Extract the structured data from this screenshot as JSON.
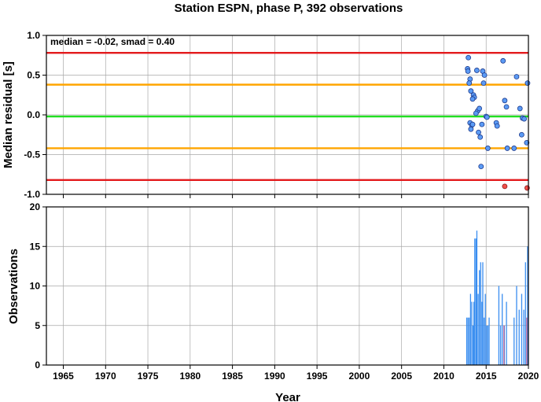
{
  "chart_data": {
    "title": "Station ESPN, phase P, 392 observations",
    "x_label": "Year",
    "x_range": [
      1963,
      2020
    ],
    "x_ticks": [
      1965,
      1970,
      1975,
      1980,
      1985,
      1990,
      1995,
      2000,
      2005,
      2010,
      2015,
      2020
    ],
    "grid": true,
    "panels": [
      {
        "type": "scatter",
        "y_label": "Median residual [s]",
        "y_range": [
          -1.0,
          1.0
        ],
        "y_ticks": [
          -1.0,
          -0.5,
          0.0,
          0.5,
          1.0
        ],
        "y_tick_labels": [
          "-1.0",
          "-0.5",
          "0.0",
          "0.5",
          "1.0"
        ],
        "annotation": "median = -0.02, smad = 0.40",
        "reference_lines": [
          {
            "y": 0.78,
            "color": "#e31a1c"
          },
          {
            "y": 0.38,
            "color": "#ffa500"
          },
          {
            "y": -0.02,
            "color": "#22e022"
          },
          {
            "y": -0.42,
            "color": "#ffa500"
          },
          {
            "y": -0.82,
            "color": "#e31a1c"
          }
        ],
        "points": [
          {
            "x": 2012.9,
            "y": 0.72
          },
          {
            "x": 2012.8,
            "y": 0.58
          },
          {
            "x": 2012.85,
            "y": 0.55
          },
          {
            "x": 2013.1,
            "y": 0.45
          },
          {
            "x": 2013.0,
            "y": 0.4
          },
          {
            "x": 2013.2,
            "y": 0.3
          },
          {
            "x": 2013.5,
            "y": 0.25
          },
          {
            "x": 2013.6,
            "y": 0.22
          },
          {
            "x": 2013.4,
            "y": 0.2
          },
          {
            "x": 2013.9,
            "y": 0.56
          },
          {
            "x": 2014.0,
            "y": 0.05
          },
          {
            "x": 2013.8,
            "y": 0.02
          },
          {
            "x": 2014.2,
            "y": 0.08
          },
          {
            "x": 2014.6,
            "y": 0.55
          },
          {
            "x": 2014.7,
            "y": 0.4
          },
          {
            "x": 2014.8,
            "y": 0.5
          },
          {
            "x": 2015.0,
            "y": -0.02
          },
          {
            "x": 2015.1,
            "y": -0.03
          },
          {
            "x": 2013.1,
            "y": -0.1
          },
          {
            "x": 2013.3,
            "y": -0.13
          },
          {
            "x": 2013.4,
            "y": -0.12
          },
          {
            "x": 2013.2,
            "y": -0.18
          },
          {
            "x": 2014.1,
            "y": -0.22
          },
          {
            "x": 2014.3,
            "y": -0.28
          },
          {
            "x": 2014.5,
            "y": -0.12
          },
          {
            "x": 2014.4,
            "y": -0.65
          },
          {
            "x": 2015.2,
            "y": -0.42
          },
          {
            "x": 2016.2,
            "y": -0.1
          },
          {
            "x": 2016.3,
            "y": -0.14
          },
          {
            "x": 2017.0,
            "y": 0.68
          },
          {
            "x": 2017.2,
            "y": 0.18
          },
          {
            "x": 2017.4,
            "y": 0.1
          },
          {
            "x": 2017.5,
            "y": -0.42
          },
          {
            "x": 2018.3,
            "y": -0.42
          },
          {
            "x": 2018.6,
            "y": 0.48
          },
          {
            "x": 2019.0,
            "y": 0.08
          },
          {
            "x": 2019.3,
            "y": -0.04
          },
          {
            "x": 2019.5,
            "y": -0.05
          },
          {
            "x": 2019.2,
            "y": -0.25
          },
          {
            "x": 2019.9,
            "y": 0.4
          },
          {
            "x": 2019.8,
            "y": -0.35
          }
        ],
        "outliers": [
          {
            "x": 2017.2,
            "y": -0.9
          },
          {
            "x": 2019.85,
            "y": -0.92
          }
        ]
      },
      {
        "type": "bar",
        "y_label": "Observations",
        "y_range": [
          0,
          20
        ],
        "y_ticks": [
          0,
          5,
          10,
          15,
          20
        ],
        "y_tick_labels": [
          "0",
          "5",
          "10",
          "15",
          "20"
        ],
        "bars": [
          {
            "x": 2012.7,
            "value": 6
          },
          {
            "x": 2012.85,
            "value": 6
          },
          {
            "x": 2013.0,
            "value": 6
          },
          {
            "x": 2013.15,
            "value": 9
          },
          {
            "x": 2013.3,
            "value": 8
          },
          {
            "x": 2013.45,
            "value": 5
          },
          {
            "x": 2013.55,
            "value": 8
          },
          {
            "x": 2013.65,
            "value": 16
          },
          {
            "x": 2013.8,
            "value": 16
          },
          {
            "x": 2013.9,
            "value": 17
          },
          {
            "x": 2014.05,
            "value": 9
          },
          {
            "x": 2014.2,
            "value": 12
          },
          {
            "x": 2014.35,
            "value": 13
          },
          {
            "x": 2014.5,
            "value": 8
          },
          {
            "x": 2014.6,
            "value": 13
          },
          {
            "x": 2014.75,
            "value": 6
          },
          {
            "x": 2014.9,
            "value": 9
          },
          {
            "x": 2015.05,
            "value": 5
          },
          {
            "x": 2015.2,
            "value": 5
          },
          {
            "x": 2015.35,
            "value": 6
          },
          {
            "x": 2016.5,
            "value": 10
          },
          {
            "x": 2016.7,
            "value": 5
          },
          {
            "x": 2016.9,
            "value": 9
          },
          {
            "x": 2017.15,
            "value": 5
          },
          {
            "x": 2017.4,
            "value": 8
          },
          {
            "x": 2018.3,
            "value": 6
          },
          {
            "x": 2018.6,
            "value": 10
          },
          {
            "x": 2018.9,
            "value": 7
          },
          {
            "x": 2019.2,
            "value": 9
          },
          {
            "x": 2019.45,
            "value": 7
          },
          {
            "x": 2019.65,
            "value": 13
          },
          {
            "x": 2019.9,
            "value": 15
          }
        ],
        "outlier_bars": [
          {
            "x": 2017.1,
            "value": 5
          },
          {
            "x": 2019.8,
            "value": 6
          }
        ]
      }
    ]
  },
  "colors": {
    "point_fill": "#5b9bf5",
    "point_stroke": "#1f3b8c",
    "outlier_fill": "#f2504a",
    "outlier_stroke": "#8a1a1a",
    "bar": "#3a8ef0",
    "bar_outlier": "#c06090"
  }
}
